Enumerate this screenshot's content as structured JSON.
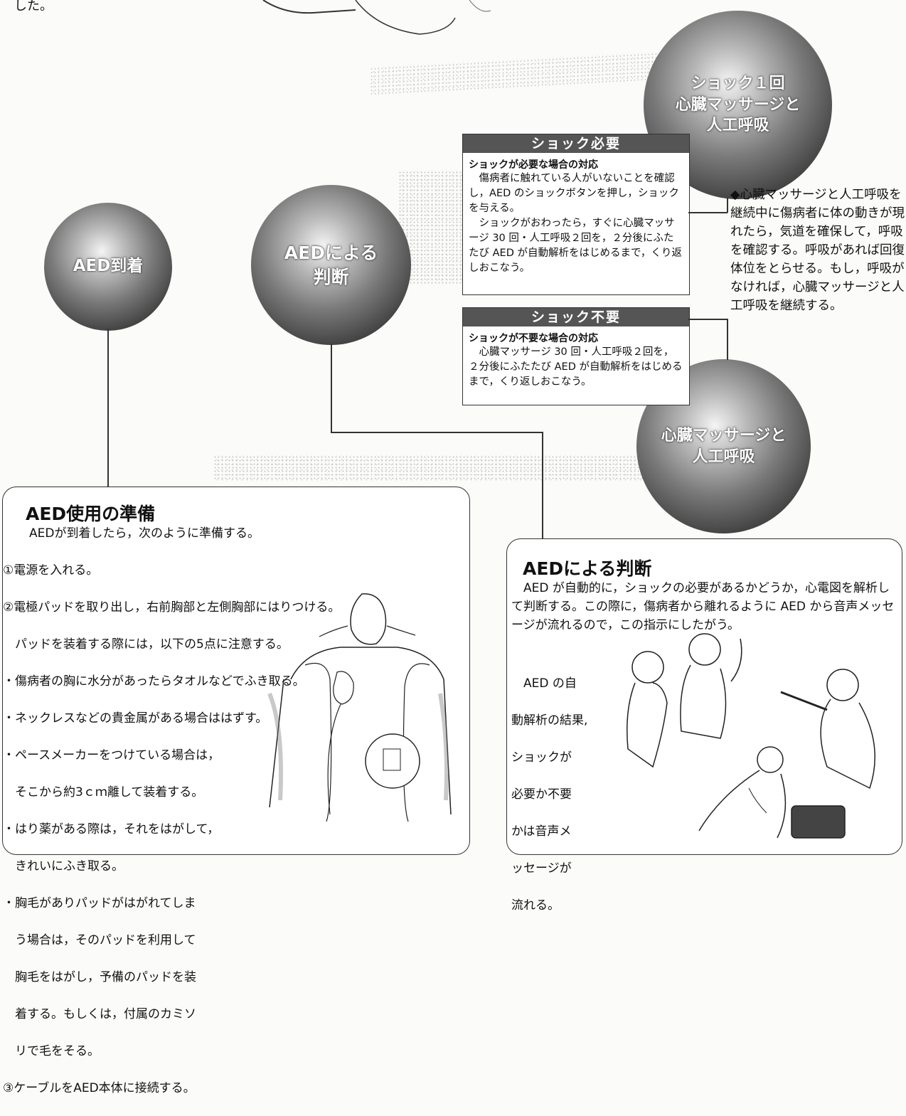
{
  "top_fragment": "した。",
  "balls": {
    "shock_once": "ショック１回\n心臓マッサージと\n人工呼吸",
    "aed_arrival": "AED到着",
    "aed_judgment": "AEDによる\n判断",
    "cpr": "心臓マッサージと\n人工呼吸"
  },
  "shock_needed": {
    "header": "ショック必要",
    "subtitle": "ショックが必要な場合の対応",
    "text": "　傷病者に触れている人がいないことを確認し，AED のショックボタンを押し，ショックを与える。\n　ショックがおわったら，すぐに心臓マッサージ 30 回・人工呼吸２回を，２分後にふたたび AED が自動解析をはじめるまで，くり返しおこなう。"
  },
  "shock_not_needed": {
    "header": "ショック不要",
    "subtitle": "ショックが不要な場合の対応",
    "text": "　心臓マッサージ 30 回・人工呼吸２回を，２分後にふたたび AED が自動解析をはじめるまで，くり返しおこなう。"
  },
  "side_note": {
    "text": "◆心臓マッサージと人工呼吸を継続中に傷病者に体の動きが現れたら，気道を確保して，呼吸を確認する。呼吸があれば回復体位をとらせる。もし，呼吸がなければ，心臓マッサージと人工呼吸を継続する。"
  },
  "prep_panel": {
    "title": "AED使用の準備",
    "intro": "　AEDが到着したら，次のように準備する。",
    "steps": [
      "①電源を入れる。",
      "②電極パッドを取り出し，右前胸部と左側胸部にはりつける。",
      "　パッドを装着する際には，以下の5点に注意する。",
      "・傷病者の胸に水分があったらタオルなどでふき取る。",
      "・ネックレスなどの貴金属がある場合ははずす。",
      "・ペースメーカーをつけている場合は，",
      "　そこから約3ｃｍ離して装着する。",
      "・はり薬がある際は，それをはがして，",
      "　きれいにふき取る。",
      "・胸毛がありパッドがはがれてしま",
      "　う場合は，そのパッドを利用して",
      "　胸毛をはがし，予備のパッドを装",
      "　着する。もしくは，付属のカミソ",
      "　リで毛をそる。",
      "③ケーブルをAED本体に接続する。"
    ]
  },
  "judge_panel": {
    "title": "AEDによる判断",
    "text": "　AED が自動的に，ショックの必要があるかどうか，心電図を解析して判断する。この際に，傷病者から離れるように AED から音声メッセージが流れるので，この指示にしたがう。",
    "caption_lines": [
      "　AED の自",
      "動解析の結果,",
      "ショックが",
      "必要か不要",
      "かは音声メ",
      "ッセージが",
      "流れる。"
    ]
  }
}
